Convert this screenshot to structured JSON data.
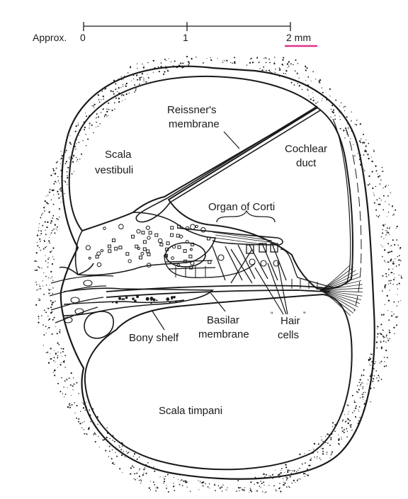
{
  "scale_bar": {
    "prefix": "Approx.",
    "ticks": [
      "0",
      "1",
      "2 mm"
    ],
    "highlight_color": "#e0338a"
  },
  "labels": {
    "reissner_line1": "Reissner's",
    "reissner_line2": "membrane",
    "scala_vestibuli_line1": "Scala",
    "scala_vestibuli_line2": "vestibuli",
    "cochlear_duct_line1": "Cochlear",
    "cochlear_duct_line2": "duct",
    "organ_of_corti": "Organ of Corti",
    "basilar_line1": "Basilar",
    "basilar_line2": "membrane",
    "hair_line1": "Hair",
    "hair_line2": "cells",
    "bony_shelf": "Bony shelf",
    "scala_timpani": "Scala timpani"
  },
  "colors": {
    "ink": "#1a1a1a",
    "background": "#ffffff"
  }
}
